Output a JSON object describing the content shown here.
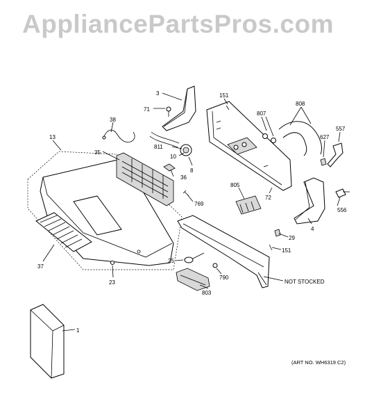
{
  "watermark": "AppliancePartsPros.com",
  "art_number": "(ART NO. WH6319 C2)",
  "labels": {
    "p1": "1",
    "p3": "3",
    "p4": "4",
    "p8": "8",
    "p10": "10",
    "p13": "13",
    "p23": "23",
    "p25": "25",
    "p29": "29",
    "p35": "35",
    "p36": "36",
    "p37": "37",
    "p38": "38",
    "p71": "71",
    "p72": "72",
    "p151a": "151",
    "p151b": "151",
    "p556": "556",
    "p557": "557",
    "p627": "627",
    "p769": "769",
    "p790": "790",
    "p803": "803",
    "p805": "805",
    "p807": "807",
    "p808": "808",
    "p811": "811",
    "not_stocked": "NOT STOCKED"
  }
}
